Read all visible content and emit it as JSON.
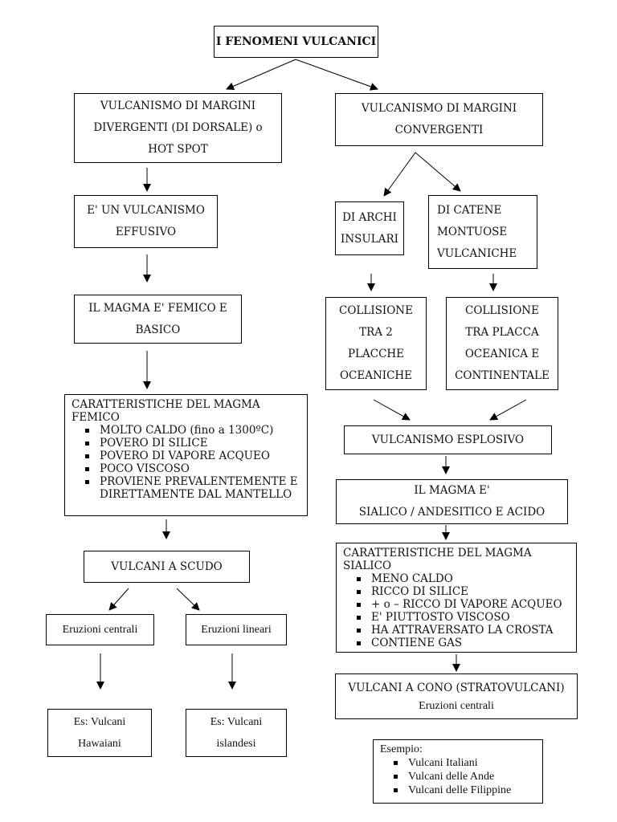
{
  "title": "I FENOMENI VULCANICI",
  "left": {
    "margini_divergenti": [
      "VULCANISMO DI MARGINI",
      "DIVERGENTI (DI DORSALE) o",
      "HOT SPOT"
    ],
    "effusivo": [
      "E' UN VULCANISMO",
      "EFFUSIVO"
    ],
    "magma_femico": [
      "IL MAGMA E'  FEMICO E",
      "BASICO"
    ],
    "caratteristiche_title": "CARATTERISTICHE DEL MAGMA FEMICO",
    "caratteristiche_items": [
      "MOLTO CALDO (fino a 1300ºC)",
      "POVERO DI SILICE",
      "POVERO DI VAPORE ACQUEO",
      "POCO VISCOSO",
      "PROVIENE PREVALENTEMENTE E DIRETTAMENTE DAL MANTELLO"
    ],
    "vulcani_scudo": "VULCANI A SCUDO",
    "eruzioni_centrali": "Eruzioni centrali",
    "eruzioni_lineari": "Eruzioni lineari",
    "es_hawaiani": [
      "Es: Vulcani",
      "Hawaiani"
    ],
    "es_islandesi": [
      "Es: Vulcani",
      "islandesi"
    ]
  },
  "right": {
    "margini_convergenti": [
      "VULCANISMO DI MARGINI",
      "CONVERGENTI"
    ],
    "archi_insulari": [
      "DI ARCHI",
      "INSULARI"
    ],
    "catene_montuose": [
      "DI CATENE",
      "MONTUOSE",
      "VULCANICHE"
    ],
    "collisione_oceaniche": [
      "COLLISIONE",
      "TRA 2",
      "PLACCHE",
      "OCEANICHE"
    ],
    "collisione_continentale": [
      "COLLISIONE",
      "TRA PLACCA",
      "OCEANICA E",
      "CONTINENTALE"
    ],
    "esplosivo": "VULCANISMO ESPLOSIVO",
    "magma_sialico": [
      "IL MAGMA E'",
      "SIALICO / ANDESITICO E ACIDO"
    ],
    "caratteristiche_title": "CARATTERISTICHE DEL MAGMA SIALICO",
    "caratteristiche_items": [
      "MENO CALDO",
      "RICCO DI SILICE",
      "+ o – RICCO DI VAPORE ACQUEO",
      "E' PIUTTOSTO VISCOSO",
      "HA ATTRAVERSATO LA CROSTA",
      "CONTIENE GAS"
    ],
    "vulcani_cono": "VULCANI A CONO (STRATOVULCANI)",
    "vulcani_cono_sub": "Eruzioni centrali",
    "esempio_title": "Esempio:",
    "esempio_items": [
      "Vulcani Italiani",
      "Vulcani delle Ande",
      "Vulcani delle Filippine"
    ]
  },
  "colors": {
    "line": "#000000",
    "background": "#ffffff",
    "text": "#111111"
  }
}
